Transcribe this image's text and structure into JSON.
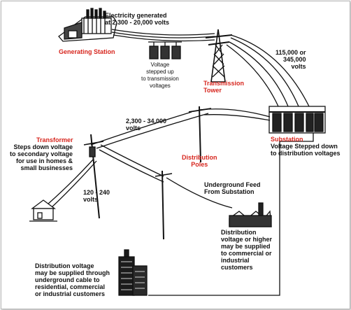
{
  "colors": {
    "accent_red": "#d7261e",
    "ink": "#111111",
    "border": "#b9b9b9"
  },
  "labels": {
    "electricity_generated": "Electricity generated\nat 2,300 - 20,000 volts",
    "generating_station": "Generating Station",
    "voltage_stepped_up": "Voltage\nstepped up\nto transmission\nvoltages",
    "transmission_tower": "Transmission\nTower",
    "transmission_voltage": "115,000 or\n345,000\nvolts",
    "substation": "Substation",
    "substation_desc": "Voltage Stepped down\nto distribution voltages",
    "distribution_line_voltage": "2,300 - 34,000\nvolts",
    "transformer": "Transformer",
    "transformer_desc": "Steps down voltage\nto secondary voltage\nfor use in homes &\nsmall businesses",
    "distribution_poles": "Distribution\nPoles",
    "secondary_voltage": "120 - 240\nvolts",
    "underground_feed": "Underground Feed\nFrom Substation",
    "distribution_higher": "Distribution\nvoltage or higher\nmay be supplied\nto commercial or\nindustrial\ncustomers",
    "underground_cable": "Distribution voltage\nmay be supplied through\nunderground cable to\nresidential, commercial\nor industrial customers"
  }
}
